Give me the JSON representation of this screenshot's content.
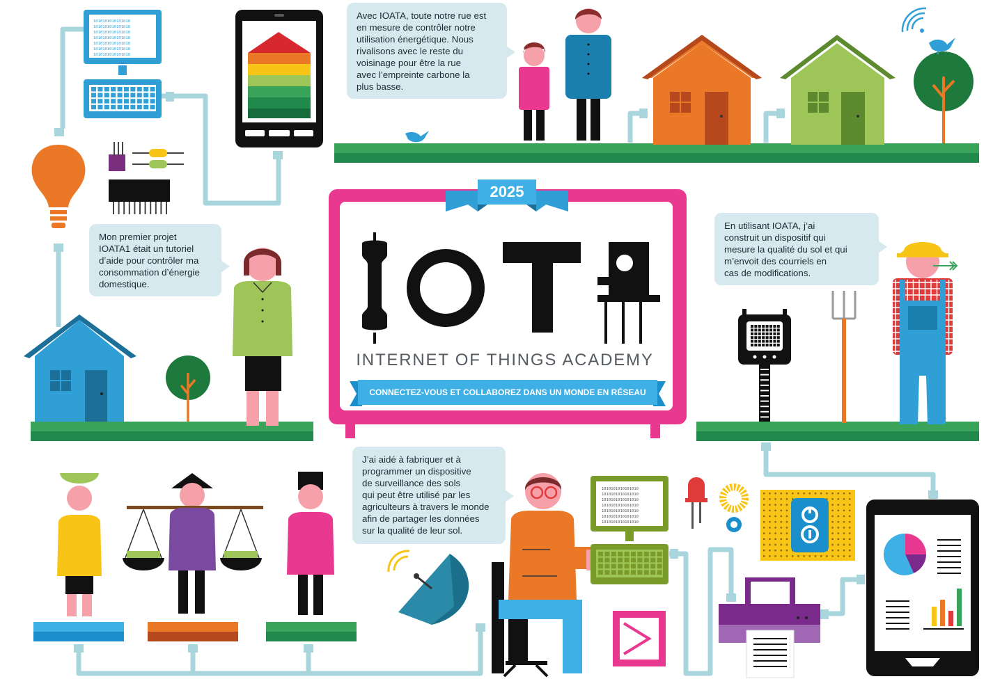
{
  "poster": {
    "year": "2025",
    "subtitle": "INTERNET OF THINGS ACADEMY",
    "tagline": "CONNECTEZ-VOUS ET COLLABOREZ DANS UN MONDE EN RÉSEAU",
    "binary_line": "1010101010101010"
  },
  "bubbles": {
    "top": "Avec IOATA, toute notre rue est\nen mesure de contrôler notre\nutilisation énergétique. Nous\nrivalisons avec le reste du\nvoisinage pour être la rue\navec l’empreinte carbone la\nplus basse.",
    "left": "Mon premier projet\nIOATA1 était un tutoriel\nd’aide pour contrôler ma\nconsommation d’énergie\ndomestique.",
    "right": "En utilisant IOATA, j’ai\nconstruit un dispositif qui\nmesure la qualité du sol et qui\nm’envoit des courriels en\ncas de modifications.",
    "bottom": "J’ai aidé à fabriquer et à\nprogrammer un dispositive\nde surveillance des sols\nqui peut être utilisé par les\nagriculteurs à travers le monde\nafin de partager les données\nsur la qualité de leur sol."
  },
  "colors": {
    "pink": "#e8388f",
    "blue": "#2f9fd6",
    "green": "#3aa35a",
    "orange": "#ea7826",
    "lightgreen": "#9dc557",
    "cable": "#a9d5dd",
    "purple": "#8a4aa0",
    "yellow": "#f8c416",
    "black": "#111111",
    "skin": "#f6a0aa"
  }
}
